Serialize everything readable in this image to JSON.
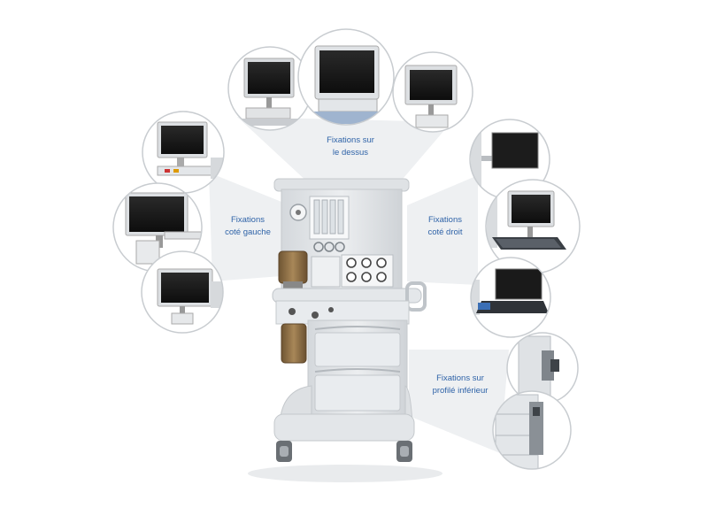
{
  "labels": {
    "top": [
      "Fixations sur",
      "le dessus"
    ],
    "left": [
      "Fixations",
      "coté gauche"
    ],
    "right": [
      "Fixations",
      "coté droit"
    ],
    "bottom": [
      "Fixations sur",
      "profilé inférieur"
    ]
  },
  "colors": {
    "label_text": "#2f63a8",
    "beam": "#eef0f2",
    "circle_stroke": "#c8ccd0",
    "machine_body": "#e6e8ea",
    "machine_shade": "#cfd3d7",
    "screen": "#141414",
    "monitor_frame": "#dcdfe2",
    "amber_canister": "#9a7b4f"
  },
  "illustrations": {
    "center": "anesthesia-workstation",
    "mounts": [
      {
        "group": "top",
        "item": "monitor-on-shelf"
      },
      {
        "group": "top",
        "item": "large-monitor-on-shelf"
      },
      {
        "group": "top",
        "item": "monitor-on-pole"
      },
      {
        "group": "left",
        "item": "monitor-with-rail"
      },
      {
        "group": "left",
        "item": "monitor-with-module-box"
      },
      {
        "group": "left",
        "item": "monitor-on-clamp"
      },
      {
        "group": "right",
        "item": "monitor-on-wall-arm"
      },
      {
        "group": "right",
        "item": "monitor-with-keyboard-tray"
      },
      {
        "group": "right",
        "item": "laptop-on-tray"
      },
      {
        "group": "bottom",
        "item": "bracket-on-rail"
      },
      {
        "group": "bottom",
        "item": "drawer-side-bracket"
      }
    ]
  }
}
